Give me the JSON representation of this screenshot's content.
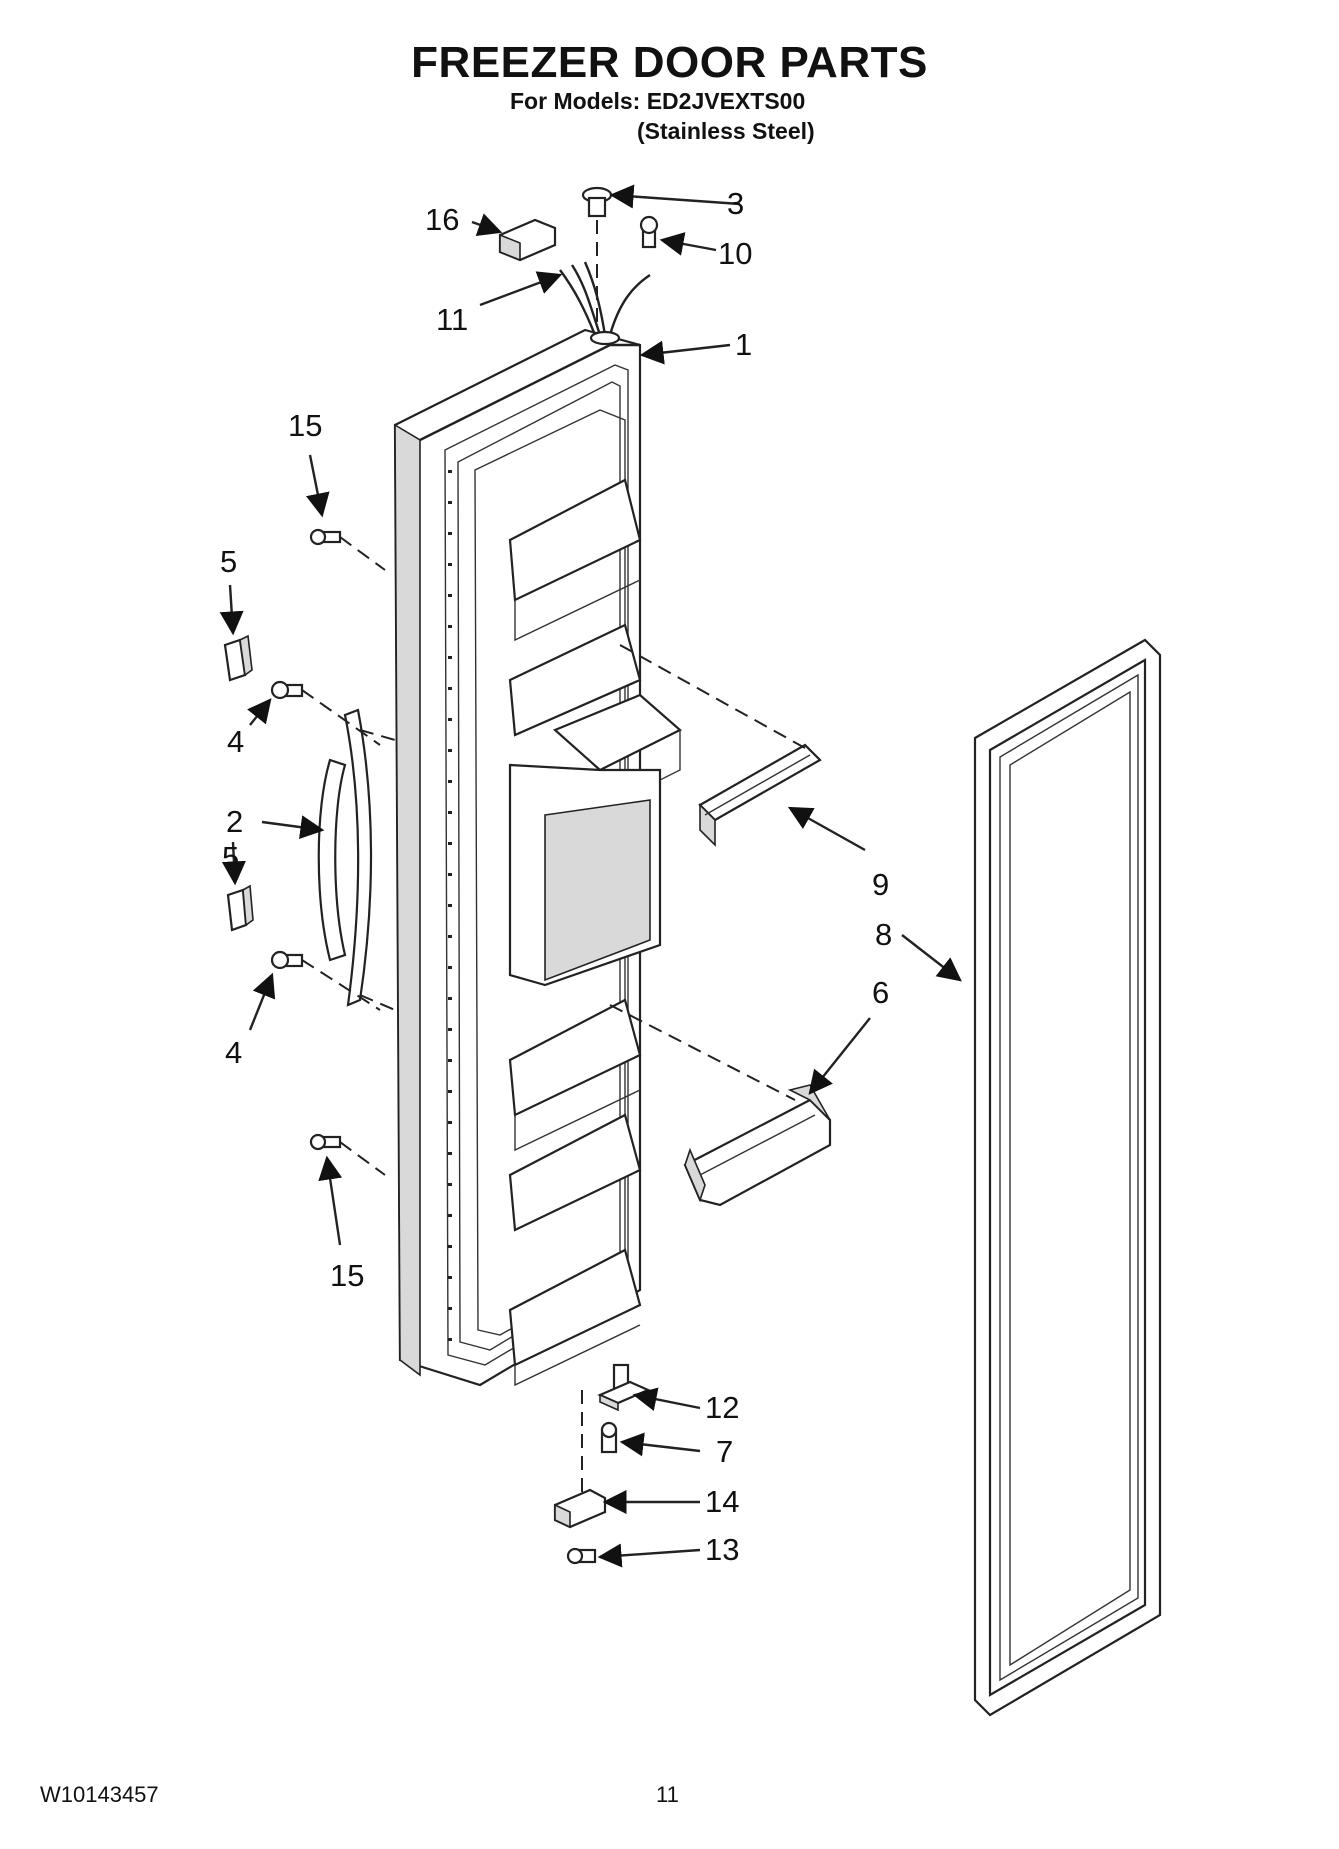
{
  "header": {
    "title": "FREEZER DOOR PARTS",
    "models_line": "For Models: ED2JVEXTS00",
    "material_line": "(Stainless Steel)"
  },
  "footer": {
    "document_number": "W10143457",
    "page_number": "11"
  },
  "callouts": {
    "c1": "1",
    "c2": "2",
    "c3": "3",
    "c4a": "4",
    "c4b": "4",
    "c5a": "5",
    "c5b": "5",
    "c6": "6",
    "c7": "7",
    "c8": "8",
    "c9": "9",
    "c10": "10",
    "c11": "11",
    "c12": "12",
    "c13": "13",
    "c14": "14",
    "c15a": "15",
    "c15b": "15",
    "c16": "16"
  }
}
